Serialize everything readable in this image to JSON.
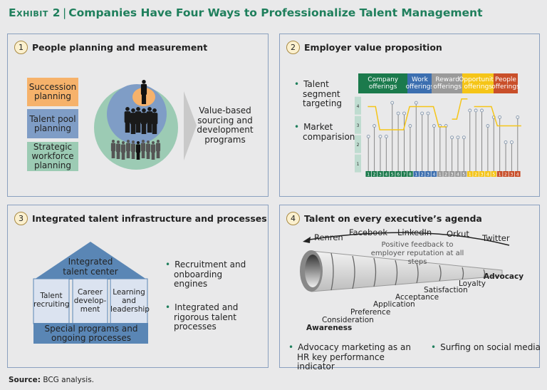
{
  "header": {
    "exhibit": "Exhibit 2",
    "separator": "|",
    "title": "Companies Have Four Ways to Professionalize Talent Management"
  },
  "panel1": {
    "number": "1",
    "title": "People planning and measurement",
    "boxes": [
      {
        "label": "Succession planning",
        "color": "#f6b26b"
      },
      {
        "label": "Talent pool planning",
        "color": "#7f9dc6"
      },
      {
        "label": "Strategic workforce planning",
        "color": "#9ccbb4"
      }
    ],
    "outcome": "Value-based sourcing and development programs"
  },
  "panel2": {
    "number": "2",
    "title": "Employer value proposition",
    "bullets": [
      "Talent segment targeting",
      "Market comparision"
    ]
  },
  "chart_data": {
    "type": "line",
    "title": "Employer value proposition",
    "ylim": [
      0.6,
      4.6
    ],
    "y_ticks": [
      "1",
      "2",
      "3",
      "4"
    ],
    "groups": [
      {
        "label": "Company offerings",
        "color": "#1b7a4c",
        "items": [
          "1",
          "2",
          "3",
          "4",
          "5",
          "6",
          "7",
          "8"
        ]
      },
      {
        "label": "Work offerings",
        "color": "#3c6fb0",
        "items": [
          "1",
          "2",
          "3",
          "4"
        ]
      },
      {
        "label": "Reward offerings",
        "color": "#9a9a9a",
        "items": [
          "1",
          "2",
          "3",
          "4",
          "5"
        ]
      },
      {
        "label": "Opportunity offerings",
        "color": "#f5c518",
        "items": [
          "1",
          "2",
          "3",
          "4",
          "5"
        ]
      },
      {
        "label": "People offerings",
        "color": "#c94f2a",
        "items": [
          "1",
          "2",
          "3",
          "4"
        ]
      }
    ],
    "series": [
      {
        "name": "offering scores",
        "values": [
          2.4,
          2.95,
          2.4,
          2.4,
          4.15,
          3.6,
          3.6,
          2.95,
          4.15,
          3.6,
          3.6,
          2.95,
          2.95,
          2.95,
          2.35,
          2.35,
          2.35,
          3.75,
          3.75,
          3.75,
          2.95,
          3.4,
          3.4,
          2.1,
          2.1,
          3.4
        ]
      },
      {
        "name": "target",
        "color": "#f5c518",
        "segments": [
          [
            [
              -0.1,
              3.95
            ],
            [
              1.2,
              3.95
            ],
            [
              1.9,
              2.75
            ],
            [
              5.9,
              2.75
            ],
            [
              6.9,
              3.95
            ],
            [
              10.9,
              3.95
            ],
            [
              11.8,
              2.9
            ],
            [
              13.1,
              2.9
            ]
          ],
          [
            [
              14,
              3.3
            ],
            [
              14.8,
              3.3
            ],
            [
              15.6,
              4.35
            ],
            [
              16.6,
              4.35
            ]
          ],
          [
            [
              17.7,
              3.95
            ],
            [
              20.6,
              3.95
            ],
            [
              21.6,
              2.95
            ],
            [
              25.6,
              2.95
            ]
          ]
        ]
      }
    ]
  },
  "panel3": {
    "number": "3",
    "title": "Integrated talent infrastructure and processes",
    "roof": "Integrated talent center",
    "pillars": [
      "Talent recruiting",
      "Career develop- ment",
      "Learning and leadership"
    ],
    "base": "Special programs and ongoing processes",
    "bullets": [
      "Recruitment and onboarding engines",
      "Integrated and rigorous talent processes"
    ]
  },
  "panel4": {
    "number": "4",
    "title": "Talent on every executive’s agenda",
    "networks": [
      "Renren",
      "Facebook",
      "LinkedIn",
      "Orkut",
      "Twitter"
    ],
    "feedback": "Positive feedback to employer reputation at all steps",
    "stages": [
      "Awareness",
      "Consideration",
      "Preference",
      "Application",
      "Acceptance",
      "Satisfaction",
      "Loyalty",
      "Advocacy"
    ],
    "bullets": [
      "Advocacy marketing as an HR key performance indicator",
      "Surfing on social media"
    ]
  },
  "source": {
    "label": "Source:",
    "text": "BCG analysis."
  }
}
